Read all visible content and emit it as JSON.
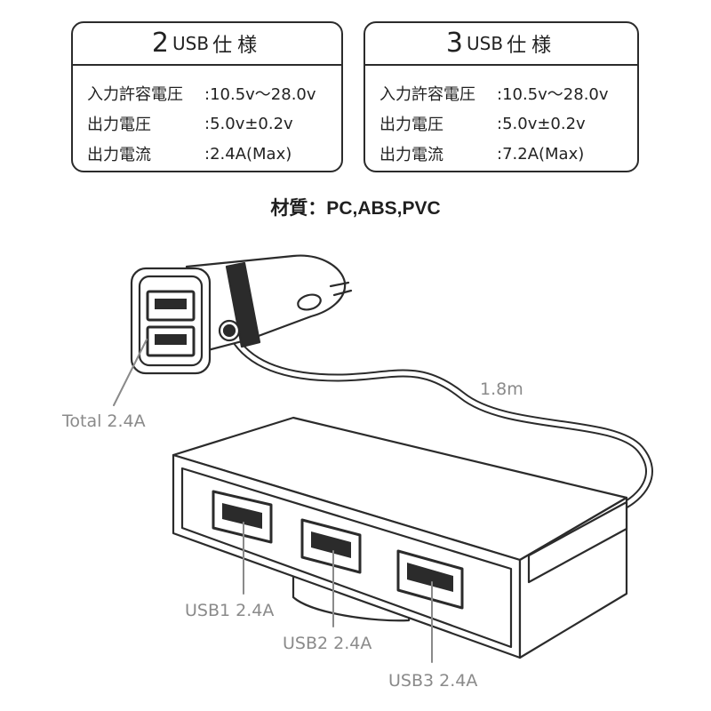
{
  "specs": [
    {
      "num": "2",
      "usb": "USB",
      "shiyo": "仕様",
      "rows": [
        {
          "label": "入力許容電圧",
          "value": ":10.5v〜28.0v"
        },
        {
          "label": "出力電圧",
          "value": ":5.0v±0.2v"
        },
        {
          "label": "出力電流",
          "value": ":2.4A(Max)"
        }
      ]
    },
    {
      "num": "3",
      "usb": "USB",
      "shiyo": "仕様",
      "rows": [
        {
          "label": "入力許容電圧",
          "value": ":10.5v〜28.0v"
        },
        {
          "label": "出力電圧",
          "value": ":5.0v±0.2v"
        },
        {
          "label": "出力電流",
          "value": ":7.2A(Max)"
        }
      ]
    }
  ],
  "material": "材質：PC,ABS,PVC",
  "callouts": {
    "cable_length": "1.8m",
    "total": "Total 2.4A",
    "usb1": "USB1 2.4A",
    "usb2": "USB2 2.4A",
    "usb3": "USB3 2.4A"
  },
  "icons": [
    "car-charger-icon",
    "usb-hub-icon",
    "usb-port-icon"
  ]
}
